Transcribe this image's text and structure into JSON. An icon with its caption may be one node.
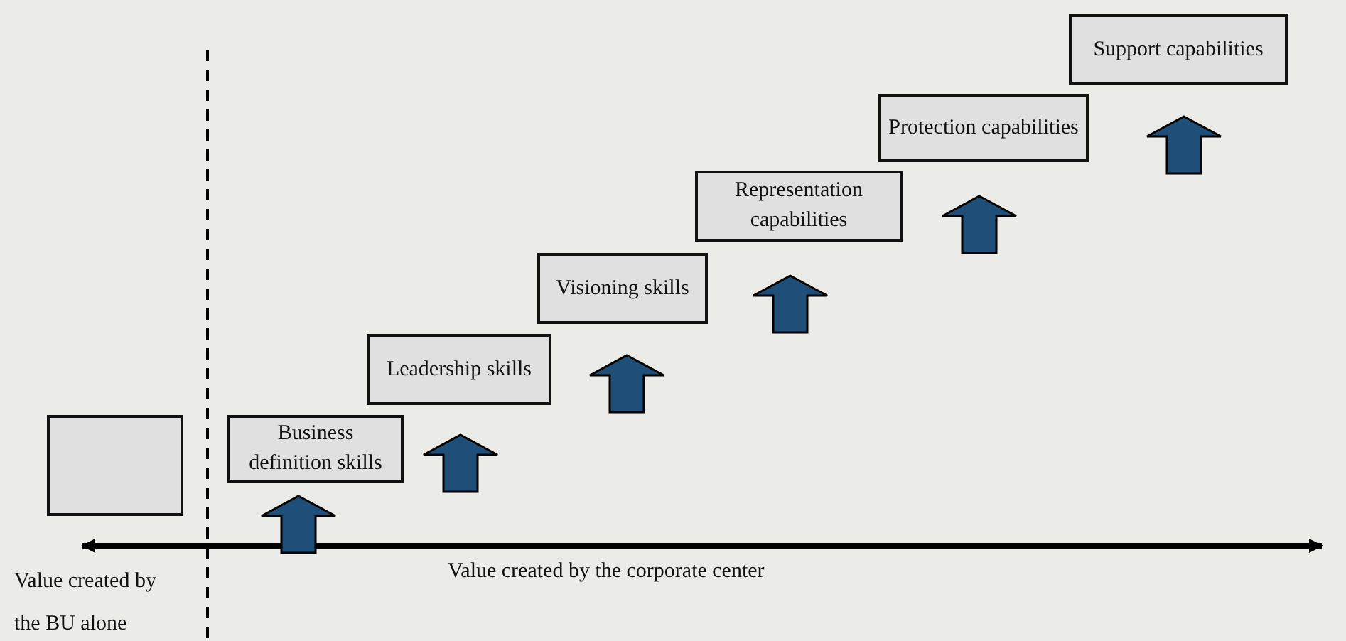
{
  "diagram": {
    "nodes": [
      {
        "text": [],
        "shape": "box"
      },
      {
        "text": [
          "Business definition skills"
        ]
      },
      {
        "text": [
          "Leadership skills"
        ]
      },
      {
        "text": [
          "Visioning skills"
        ]
      },
      {
        "text": [
          "Representation capabilities"
        ]
      },
      {
        "text": [
          "Protection capabilities"
        ]
      },
      {
        "text": [
          "Support capabilities"
        ]
      }
    ],
    "labels": [
      "Value created by the BU alone",
      "Value created by the corporate center"
    ]
  }
}
